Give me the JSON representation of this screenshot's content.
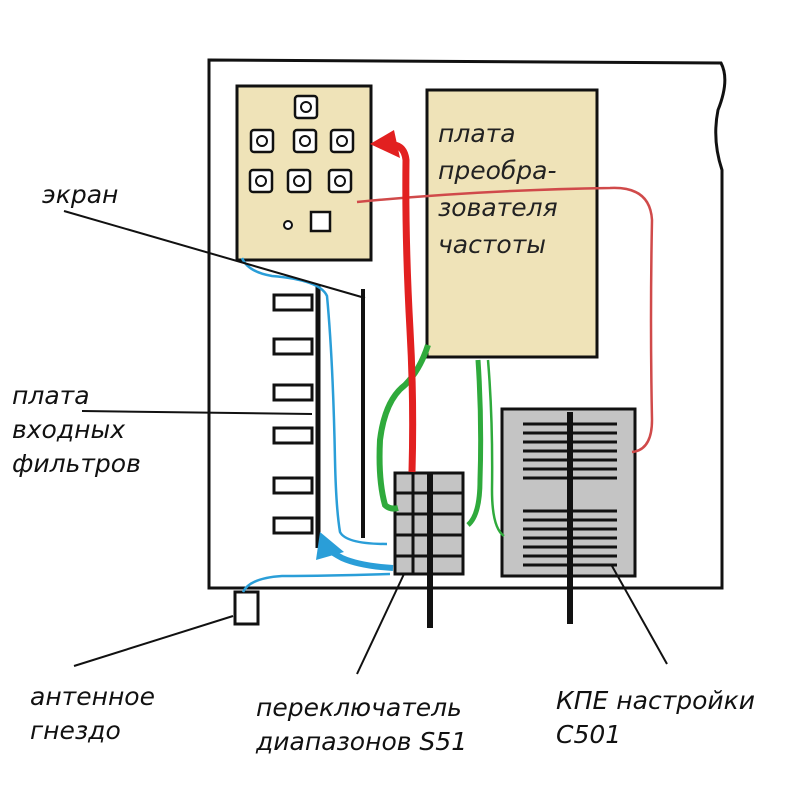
{
  "labels": {
    "ekran": "экран",
    "plata_vhod": "плата\nвходных\nфильтров",
    "antenna": "антенное\nгнездо",
    "switch": "переключатель\nдиапазонов S51",
    "kpe": "КПЕ настройки\nC501",
    "converter_board": "плата\nпреобра-\nзователя\nчастоты"
  },
  "colors": {
    "board": "#efe3b8",
    "capacitor": "#c4c4c4",
    "red_wire": "#e22020",
    "green_wire": "#2faa3c",
    "blue_wire": "#2a9ed8",
    "thin_red_wire": "#d04a4a"
  }
}
